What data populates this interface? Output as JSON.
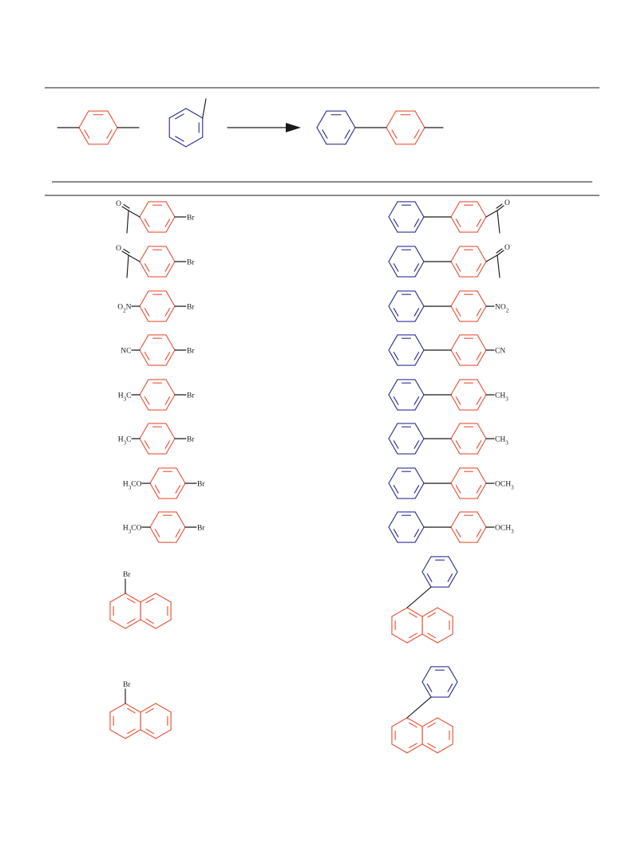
{
  "colors": {
    "aryl_halide": "#e8553a",
    "phenyl": "#2e3192",
    "black": "#1a1a1a"
  },
  "scheme": {
    "arrow": "reaction-arrow"
  },
  "rows": [
    {
      "substituent": "C(=O)CH3",
      "left_labels": [
        "O",
        "Br"
      ],
      "right_labels": [
        "O"
      ]
    },
    {
      "substituent": "C(=O)CH3",
      "left_labels": [
        "O",
        "Br"
      ],
      "right_labels": [
        "O"
      ]
    },
    {
      "substituent": "NO2",
      "left_labels": [
        "O2N",
        "Br"
      ],
      "right_labels": [
        "NO2"
      ]
    },
    {
      "substituent": "CN",
      "left_labels": [
        "NC",
        "Br"
      ],
      "right_labels": [
        "CN"
      ]
    },
    {
      "substituent": "CH3",
      "left_labels": [
        "H3C",
        "Br"
      ],
      "right_labels": [
        "CH3"
      ]
    },
    {
      "substituent": "CH3",
      "left_labels": [
        "H3C",
        "Br"
      ],
      "right_labels": [
        "CH3"
      ]
    },
    {
      "substituent": "OCH3",
      "left_labels": [
        "H3CO",
        "Br"
      ],
      "right_labels": [
        "OCH3"
      ]
    },
    {
      "substituent": "OCH3",
      "left_labels": [
        "H3CO",
        "Br"
      ],
      "right_labels": [
        "OCH3"
      ]
    },
    {
      "substituent": "naphthyl",
      "left_labels": [
        "Br"
      ],
      "right_labels": []
    },
    {
      "substituent": "naphthyl",
      "left_labels": [
        "Br"
      ],
      "right_labels": []
    }
  ]
}
